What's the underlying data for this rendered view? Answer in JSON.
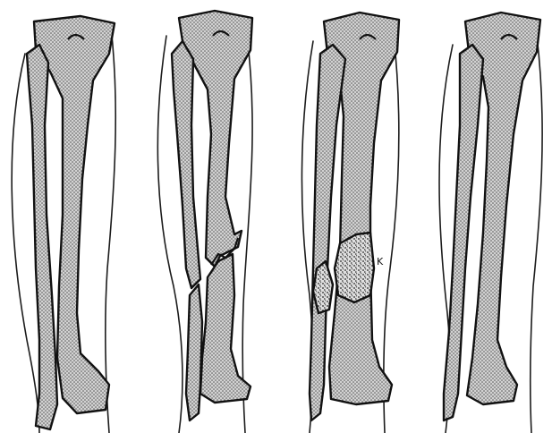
{
  "figure": {
    "panels": [
      {
        "id": "normal-leg"
      },
      {
        "id": "fractured-leg"
      },
      {
        "id": "callus-healed-leg",
        "marker_label": "K"
      },
      {
        "id": "remodelled-leg"
      }
    ],
    "colors": {
      "ink": "#111111",
      "bone_fill": "#c4c4c4",
      "callus_fill": "#d9d9d9",
      "paper": "#ffffff"
    }
  }
}
